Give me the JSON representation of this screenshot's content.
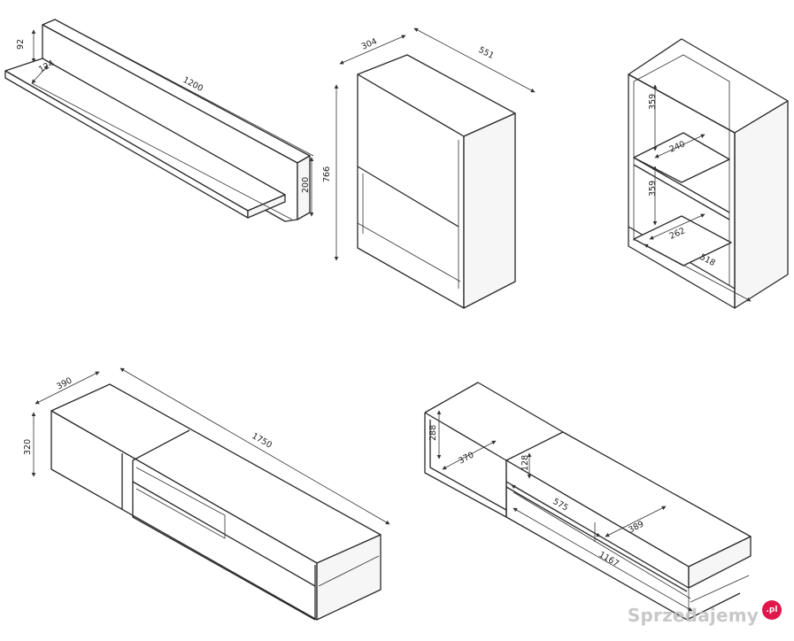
{
  "shelf": {
    "width": "1200",
    "depth": "124",
    "height_back": "92",
    "height": "200"
  },
  "cabinet": {
    "depth": "304",
    "width": "551",
    "height": "766"
  },
  "bookcase": {
    "shelf_height_top": "359",
    "shelf_height_bottom": "359",
    "depth_upper": "240",
    "depth_lower": "262",
    "width": "518"
  },
  "tv_closed": {
    "depth": "390",
    "height": "320",
    "width": "1750"
  },
  "tv_open": {
    "height": "288",
    "depth": "370",
    "drawer_height": "128",
    "inner_width": "575",
    "inner_depth": "389",
    "total_width": "1167"
  },
  "watermark": {
    "text": "Sprzedajemy",
    "badge": ".pl",
    "badge_color": "#e0174b"
  }
}
